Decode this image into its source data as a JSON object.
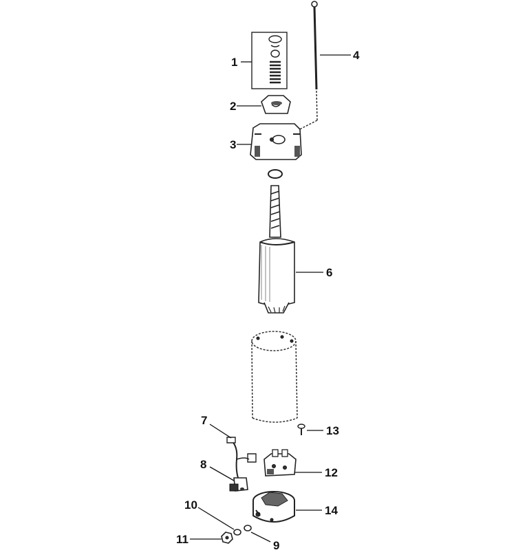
{
  "colors": {
    "ink": "#111111",
    "background": "#ffffff"
  },
  "callouts": [
    {
      "id": "c1",
      "label": "1"
    },
    {
      "id": "c2",
      "label": "2"
    },
    {
      "id": "c3",
      "label": "3"
    },
    {
      "id": "c4",
      "label": "4"
    },
    {
      "id": "c6",
      "label": "6"
    },
    {
      "id": "c7",
      "label": "7"
    },
    {
      "id": "c8",
      "label": "8"
    },
    {
      "id": "c9",
      "label": "9"
    },
    {
      "id": "c10",
      "label": "10"
    },
    {
      "id": "c11",
      "label": "11"
    },
    {
      "id": "c12",
      "label": "12"
    },
    {
      "id": "c13",
      "label": "13"
    },
    {
      "id": "c14",
      "label": "14"
    }
  ]
}
